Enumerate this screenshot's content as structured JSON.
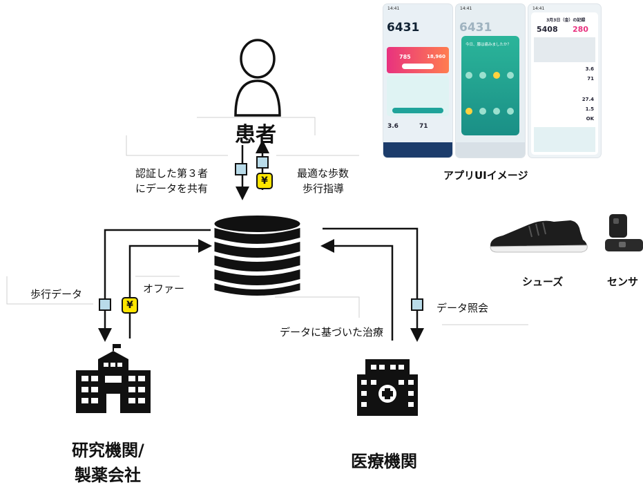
{
  "patient": {
    "label": "患者"
  },
  "left_flow_label": {
    "line1": "認証した第３者",
    "line2": "にデータを共有"
  },
  "right_flow_label": {
    "line1": "最適な歩数",
    "line2": "歩行指導"
  },
  "research_flow": {
    "walking_data": "歩行データ",
    "offer": "オファー"
  },
  "medical_flow": {
    "treatment": "データに基づいた治療",
    "inquiry": "データ照会"
  },
  "research_org": {
    "line1": "研究機関/",
    "line2": "製薬会社"
  },
  "medical_org": {
    "label": "医療機関"
  },
  "yen_symbol": "¥",
  "app": {
    "caption": "アプリUIイメージ",
    "phone1": {
      "time": "14:41",
      "steps": "6431",
      "points_a": "785",
      "points_b": "18,960",
      "stat_a": "3.6",
      "stat_b": "71"
    },
    "phone2": {
      "time": "14:41",
      "steps": "6431",
      "question": "今日、膝は痛みましたか？"
    },
    "phone3": {
      "time": "14:41",
      "date": "3月3日（金）の記録",
      "steps": "5408",
      "points": "280",
      "v1": "3.6",
      "v2": "71",
      "v3": "27.4",
      "v4": "1.5",
      "v5": "OK"
    }
  },
  "products": {
    "shoes": "シューズ",
    "sensor": "センサ"
  }
}
